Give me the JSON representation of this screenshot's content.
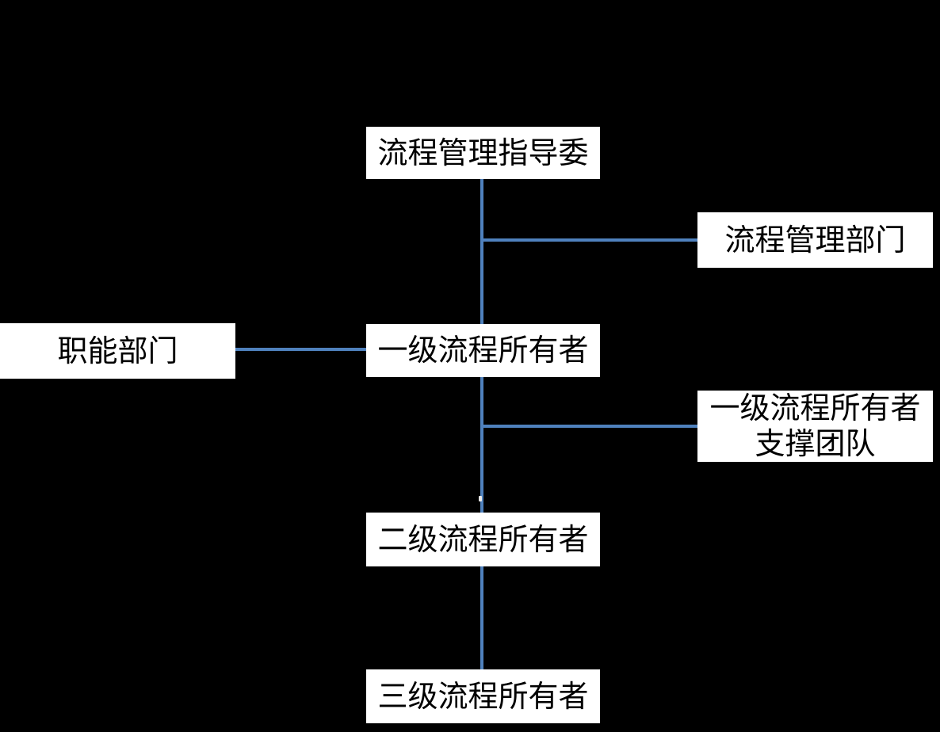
{
  "diagram": {
    "background_color": "#000000",
    "node_fill_color": "#ffffff",
    "node_text_color": "#000000",
    "connector_color": "#4F81BD",
    "nodes": {
      "steering_committee": {
        "label": "流程管理指导委"
      },
      "process_mgmt_dept": {
        "label": "流程管理部门"
      },
      "functional_dept": {
        "label": "职能部门"
      },
      "l1_process_owner": {
        "label": "一级流程所有者"
      },
      "l1_support_team": {
        "label_line1": "一级流程所有者",
        "label_line2": "支撑团队"
      },
      "l2_process_owner": {
        "label": "二级流程所有者"
      },
      "l3_process_owner": {
        "label": "三级流程所有者"
      }
    },
    "edges": [
      {
        "from": "steering_committee",
        "to": "process_mgmt_dept"
      },
      {
        "from": "steering_committee",
        "to": "l1_process_owner"
      },
      {
        "from": "functional_dept",
        "to": "l1_process_owner"
      },
      {
        "from": "l1_process_owner",
        "to": "l1_support_team"
      },
      {
        "from": "l1_process_owner",
        "to": "l2_process_owner"
      },
      {
        "from": "l2_process_owner",
        "to": "l3_process_owner"
      }
    ]
  }
}
